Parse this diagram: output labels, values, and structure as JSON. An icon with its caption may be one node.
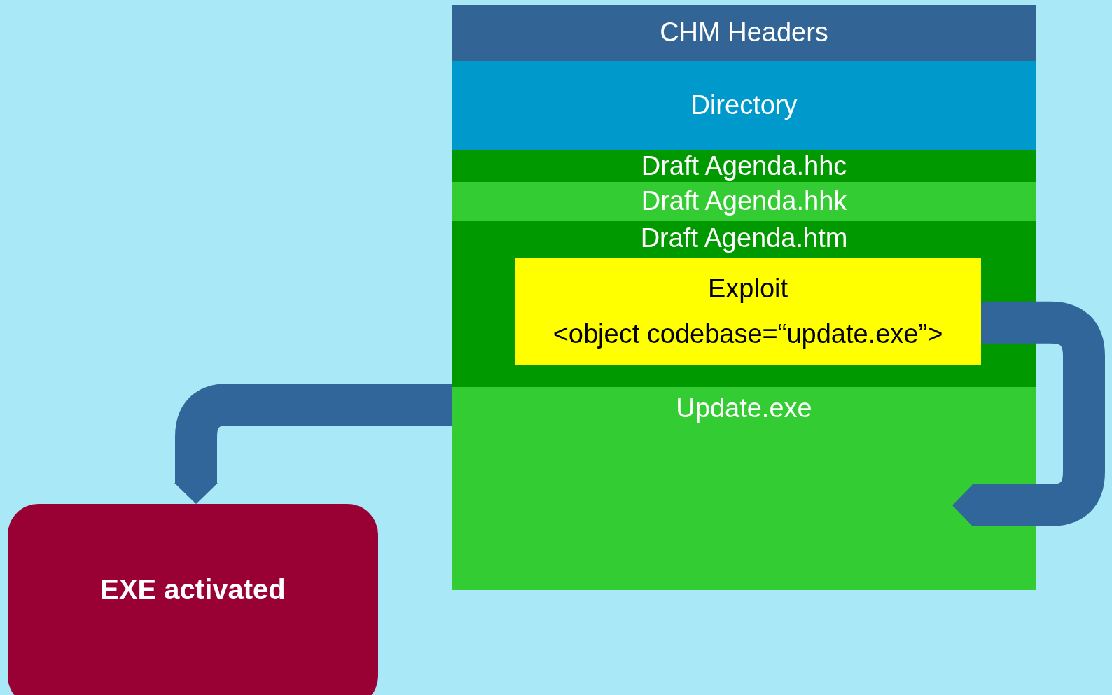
{
  "diagram": {
    "nodes": [
      {
        "text": [
          "CHM Headers"
        ]
      },
      {
        "text": [
          "Directory"
        ]
      },
      {
        "text": [
          "Draft Agenda.hhc"
        ]
      },
      {
        "text": [
          "Draft Agenda.hhk"
        ]
      },
      {
        "text": [
          "Draft Agenda.htm"
        ]
      },
      {
        "text": [
          "Exploit",
          "<object codebase=“update.exe”>"
        ],
        "in": 4
      },
      {
        "text": [
          "Update.exe"
        ]
      },
      {
        "text": [
          "EXE activated"
        ]
      }
    ],
    "edges": [
      {
        "from": 5,
        "to": 6,
        "arrow": "to"
      },
      {
        "from": 6,
        "to": 7,
        "arrow": "to"
      }
    ]
  }
}
